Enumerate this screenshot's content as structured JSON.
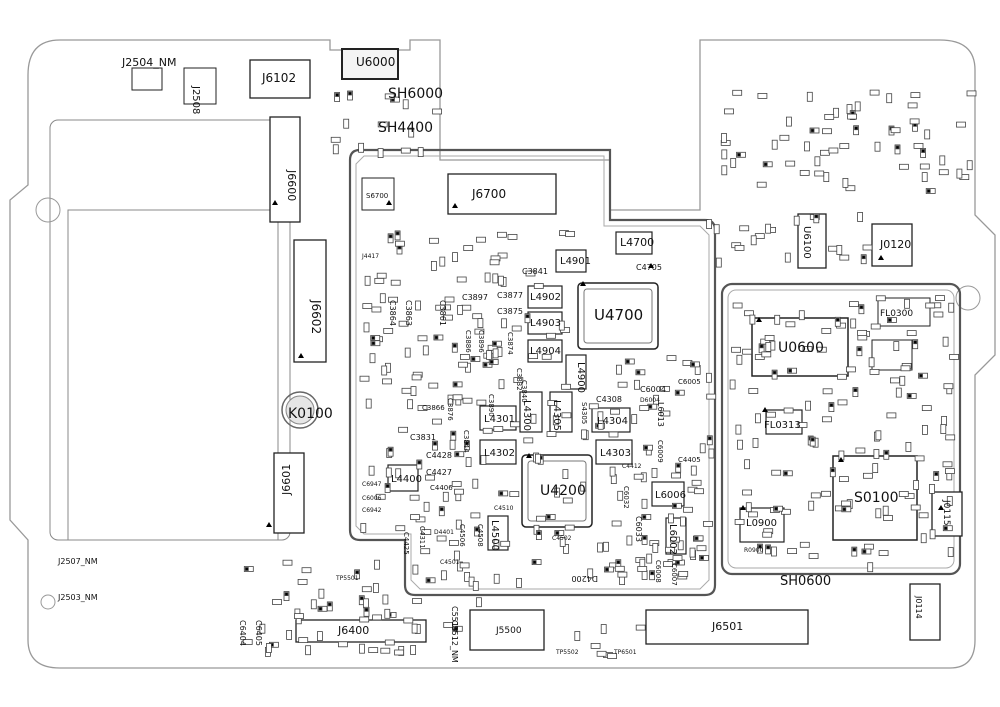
{
  "components": [
    {
      "ref": "J2504_NM"
    },
    {
      "ref": "J2508"
    },
    {
      "ref": "J6102"
    },
    {
      "ref": "U6000"
    },
    {
      "ref": "SH6000"
    },
    {
      "ref": "SH4400"
    },
    {
      "ref": "J6600"
    },
    {
      "ref": "J6700"
    },
    {
      "ref": "S6700"
    },
    {
      "ref": "J6602"
    },
    {
      "ref": "K0100"
    },
    {
      "ref": "J6601"
    },
    {
      "ref": "L4700"
    },
    {
      "ref": "L4901"
    },
    {
      "ref": "L4902"
    },
    {
      "ref": "L4903"
    },
    {
      "ref": "L4904"
    },
    {
      "ref": "U4700"
    },
    {
      "ref": "C4705"
    },
    {
      "ref": "C3841"
    },
    {
      "ref": "C3877"
    },
    {
      "ref": "C3875"
    },
    {
      "ref": "C3897"
    },
    {
      "ref": "C3864"
    },
    {
      "ref": "C3863"
    },
    {
      "ref": "C3861"
    },
    {
      "ref": "L4900"
    },
    {
      "ref": "C3840"
    },
    {
      "ref": "C3832"
    },
    {
      "ref": "C3831"
    },
    {
      "ref": "L4301"
    },
    {
      "ref": "L4300"
    },
    {
      "ref": "L4305"
    },
    {
      "ref": "L4304"
    },
    {
      "ref": "L4302"
    },
    {
      "ref": "L4303"
    },
    {
      "ref": "C4308"
    },
    {
      "ref": "C6004"
    },
    {
      "ref": "L6013"
    },
    {
      "ref": "U4200"
    },
    {
      "ref": "L4400"
    },
    {
      "ref": "C4428"
    },
    {
      "ref": "C4427"
    },
    {
      "ref": "C4510"
    },
    {
      "ref": "L6006"
    },
    {
      "ref": "L6002"
    },
    {
      "ref": "L4500"
    },
    {
      "ref": "C6033"
    },
    {
      "ref": "U6100"
    },
    {
      "ref": "J0120"
    },
    {
      "ref": "FL0300"
    },
    {
      "ref": "U0600"
    },
    {
      "ref": "FL0313"
    },
    {
      "ref": "S0100"
    },
    {
      "ref": "J0115"
    },
    {
      "ref": "L0900"
    },
    {
      "ref": "SH0600"
    },
    {
      "ref": "J0114"
    },
    {
      "ref": "J6400"
    },
    {
      "ref": "J5500"
    },
    {
      "ref": "J6501"
    },
    {
      "ref": "C5512_NM"
    },
    {
      "ref": "J2507_NM"
    },
    {
      "ref": "J2503_NM"
    },
    {
      "ref": "C6404"
    },
    {
      "ref": "C6405"
    },
    {
      "ref": "C4311"
    },
    {
      "ref": "C4425"
    },
    {
      "ref": "C6008"
    },
    {
      "ref": "C6007"
    },
    {
      "ref": "C6005"
    },
    {
      "ref": "C6009"
    },
    {
      "ref": "D6004"
    },
    {
      "ref": "S4305"
    },
    {
      "ref": "C3890"
    },
    {
      "ref": "C3886"
    },
    {
      "ref": "C3896"
    },
    {
      "ref": "C3876"
    },
    {
      "ref": "C3874"
    },
    {
      "ref": "C3866"
    },
    {
      "ref": "C3844"
    },
    {
      "ref": "C4406"
    },
    {
      "ref": "C4412"
    },
    {
      "ref": "C6032"
    },
    {
      "ref": "C4501"
    },
    {
      "ref": "D4401"
    },
    {
      "ref": "C4405"
    },
    {
      "ref": "C4502"
    },
    {
      "ref": "C4506"
    },
    {
      "ref": "C4508"
    },
    {
      "ref": "D4200"
    },
    {
      "ref": "TP5501"
    },
    {
      "ref": "TP5502"
    },
    {
      "ref": "TP6501"
    },
    {
      "ref": "C5513"
    },
    {
      "ref": "R0900"
    },
    {
      "ref": "C6006"
    },
    {
      "ref": "C6947"
    },
    {
      "ref": "C6942"
    },
    {
      "ref": "J4417"
    }
  ]
}
